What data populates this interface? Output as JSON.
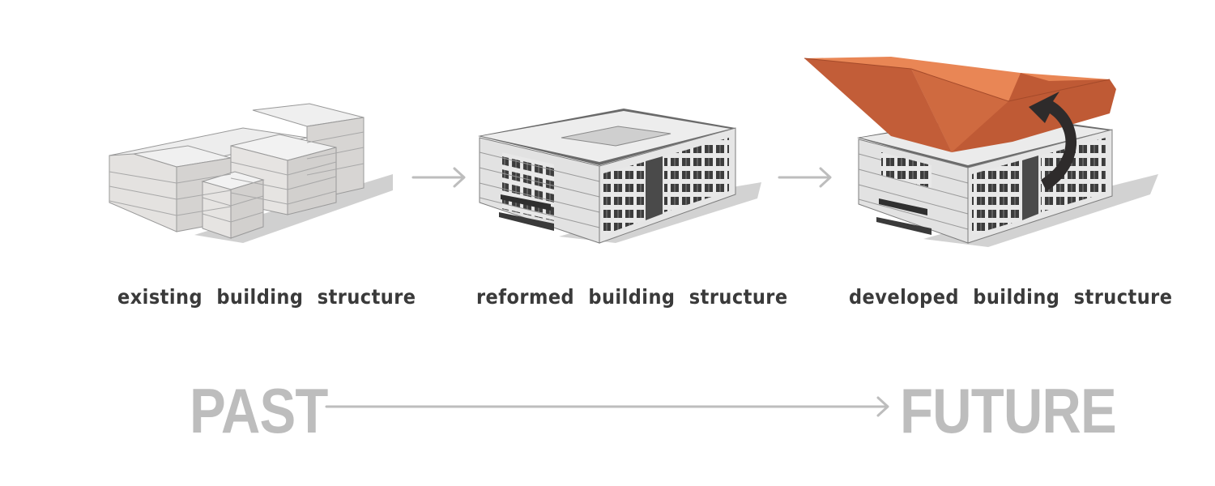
{
  "captions": {
    "existing": "existing building structure",
    "reformed": "reformed building structure",
    "developed": "developed building structure"
  },
  "timeline": {
    "start": "PAST",
    "end": "FUTURE"
  },
  "colors": {
    "background": "#ffffff",
    "caption_text": "#3a3a3a",
    "timeline_text": "#bdbdbd",
    "arrow_gray": "#bdbdbd",
    "roof_orange": "#e07446",
    "roof_orange_dark": "#bf5a35",
    "curved_arrow": "#2e2b2b",
    "block_light": "#eeeeee",
    "block_side": "#d6d3d1",
    "shadow": "#d4d4d4"
  },
  "icons": {
    "step_arrow": "right-arrow",
    "timeline_arrow": "long-right-arrow",
    "roof_arrow": "curved-arrow"
  }
}
